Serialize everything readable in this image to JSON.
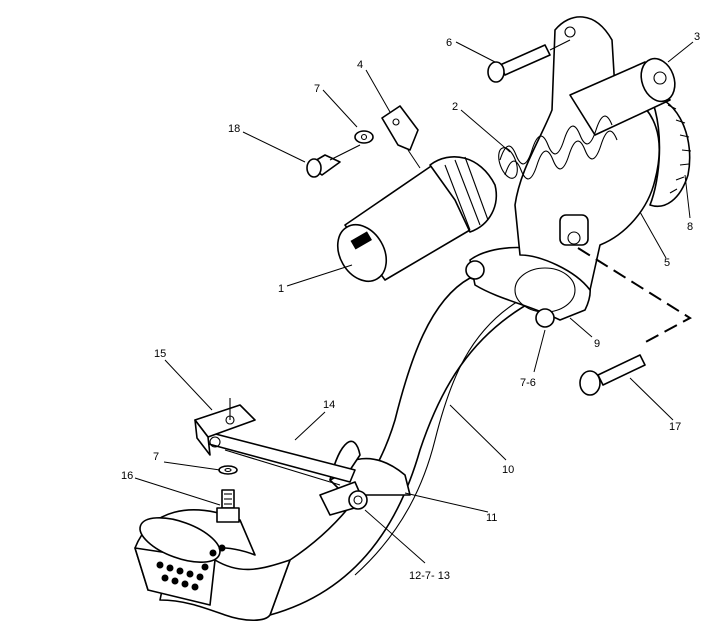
{
  "callouts": [
    {
      "id": "c1",
      "label": "1"
    },
    {
      "id": "c2",
      "label": "2"
    },
    {
      "id": "c3",
      "label": "3"
    },
    {
      "id": "c4",
      "label": "4"
    },
    {
      "id": "c5",
      "label": "5"
    },
    {
      "id": "c6",
      "label": "6"
    },
    {
      "id": "c7a",
      "label": "7"
    },
    {
      "id": "c7b",
      "label": "7"
    },
    {
      "id": "c76",
      "label": "7-6"
    },
    {
      "id": "c8",
      "label": "8"
    },
    {
      "id": "c9",
      "label": "9"
    },
    {
      "id": "c10",
      "label": "10"
    },
    {
      "id": "c11",
      "label": "11"
    },
    {
      "id": "c12713",
      "label": "12-7- 13"
    },
    {
      "id": "c14",
      "label": "14"
    },
    {
      "id": "c15",
      "label": "15"
    },
    {
      "id": "c16",
      "label": "16"
    },
    {
      "id": "c17",
      "label": "17"
    },
    {
      "id": "c18",
      "label": "18"
    }
  ]
}
